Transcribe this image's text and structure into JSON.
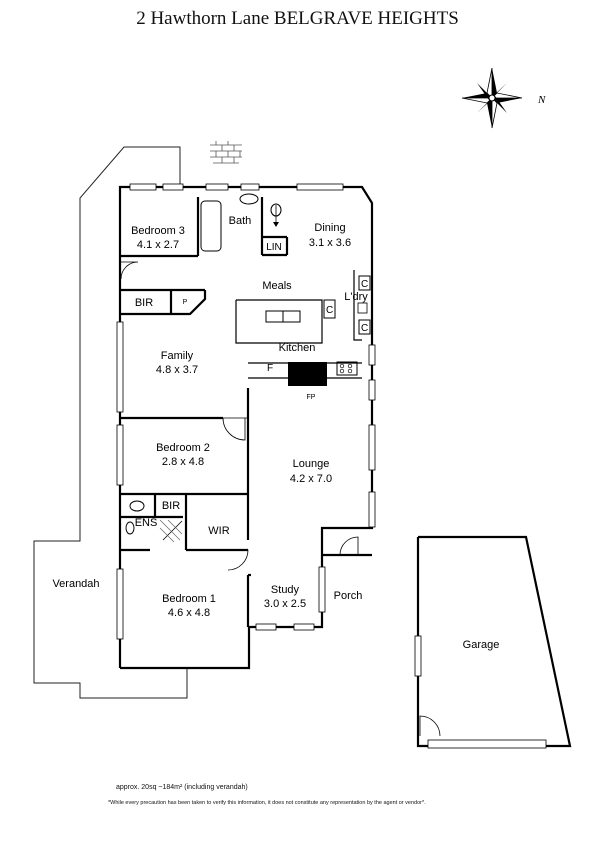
{
  "title": "2 Hawthorn Lane BELGRAVE HEIGHTS",
  "compass": {
    "north_label": "N"
  },
  "rooms": {
    "bedroom3": {
      "name": "Bedroom 3",
      "dims": "4.1 x 2.7"
    },
    "bath": {
      "name": "Bath"
    },
    "lin": {
      "name": "LIN"
    },
    "dining": {
      "name": "Dining",
      "dims": "3.1 x 3.6"
    },
    "meals": {
      "name": "Meals"
    },
    "laundry": {
      "name": "L'dry"
    },
    "bir_top": {
      "name": "BIR"
    },
    "pantry": {
      "name": "P"
    },
    "family": {
      "name": "Family",
      "dims": "4.8 x 3.7"
    },
    "kitchen": {
      "name": "Kitchen"
    },
    "fridge": {
      "name": "F"
    },
    "fireplace": {
      "name": "FP"
    },
    "bedroom2": {
      "name": "Bedroom 2",
      "dims": "2.8 x 4.8"
    },
    "lounge": {
      "name": "Lounge",
      "dims": "4.2 x 7.0"
    },
    "bir_bottom": {
      "name": "BIR"
    },
    "ens": {
      "name": "ENS"
    },
    "wir": {
      "name": "WIR"
    },
    "verandah": {
      "name": "Verandah"
    },
    "bedroom1": {
      "name": "Bedroom 1",
      "dims": "4.6 x 4.8"
    },
    "study": {
      "name": "Study",
      "dims": "3.0 x 2.5"
    },
    "porch": {
      "name": "Porch"
    },
    "garage": {
      "name": "Garage"
    }
  },
  "cupboard_labels": [
    "C",
    "C",
    "C"
  ],
  "footer": {
    "area_note": "approx. 20sq ~184m² (including verandah)",
    "disclaimer": "*While every precaution has been taken to verify this information, it does not constitute any representation by the agent or vendor*."
  }
}
